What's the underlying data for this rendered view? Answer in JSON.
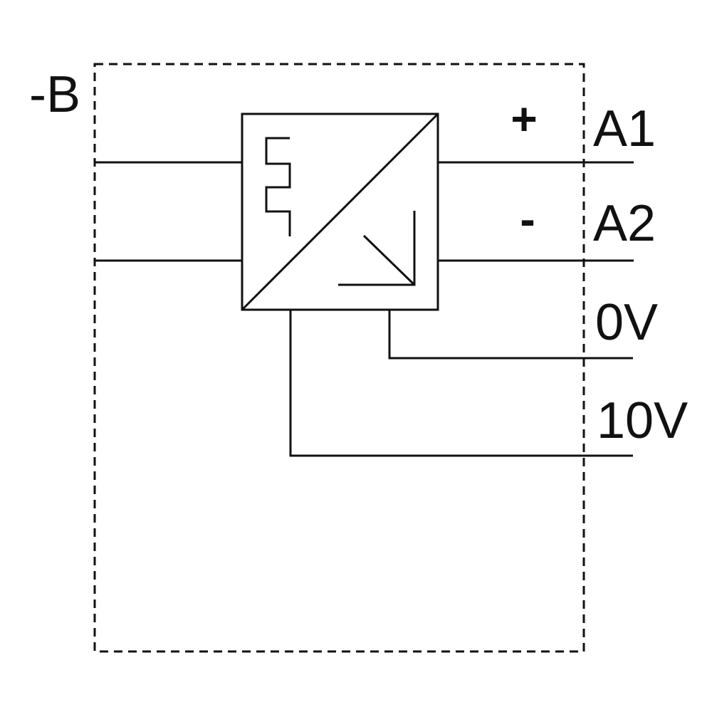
{
  "diagram": {
    "type": "electrical-schematic",
    "reference_designator": "-B",
    "converter_symbol": {
      "description": "square symbol with diagonal divider",
      "input_icon": "square-wave-icon",
      "output_icon": "analog-ramp-arrow-icon"
    },
    "terminals": [
      {
        "polarity": "+",
        "label": "A1"
      },
      {
        "polarity": "-",
        "label": "A2"
      },
      {
        "polarity": "",
        "label": "0V"
      },
      {
        "polarity": "",
        "label": "10V"
      }
    ],
    "colors": {
      "line": "#111111",
      "background": "#ffffff"
    }
  }
}
